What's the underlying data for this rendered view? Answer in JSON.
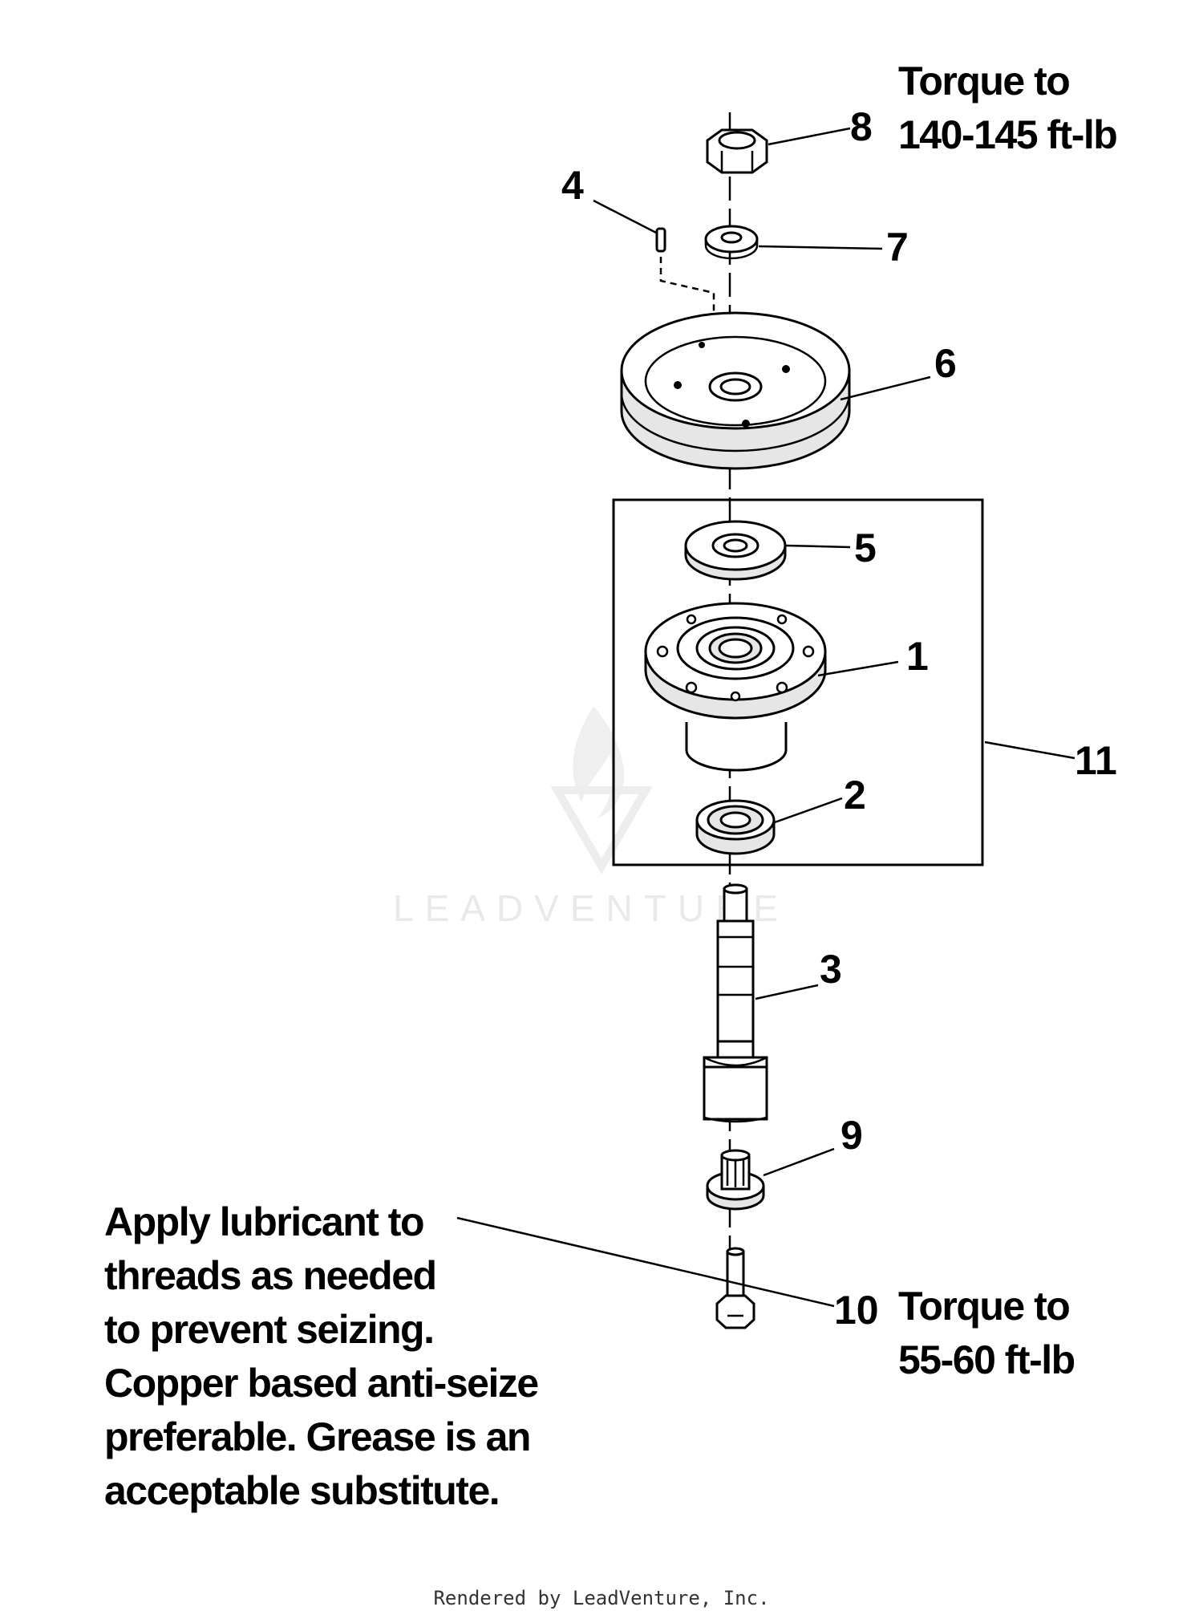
{
  "callouts": {
    "c1": "1",
    "c2": "2",
    "c3": "3",
    "c4": "4",
    "c5": "5",
    "c6": "6",
    "c7": "7",
    "c8": "8",
    "c9": "9",
    "c10": "10",
    "c11": "11"
  },
  "torque_top": [
    "Torque to",
    "140-145 ft-lb"
  ],
  "torque_bottom": [
    "Torque to",
    "55-60 ft-lb"
  ],
  "lubricant_note": [
    "Apply lubricant to",
    "threads as needed",
    "to prevent seizing.",
    "Copper based anti-seize",
    "preferable. Grease is an",
    "acceptable substitute."
  ],
  "watermark": "LEADVENTURE",
  "footer": "Rendered by LeadVenture, Inc."
}
